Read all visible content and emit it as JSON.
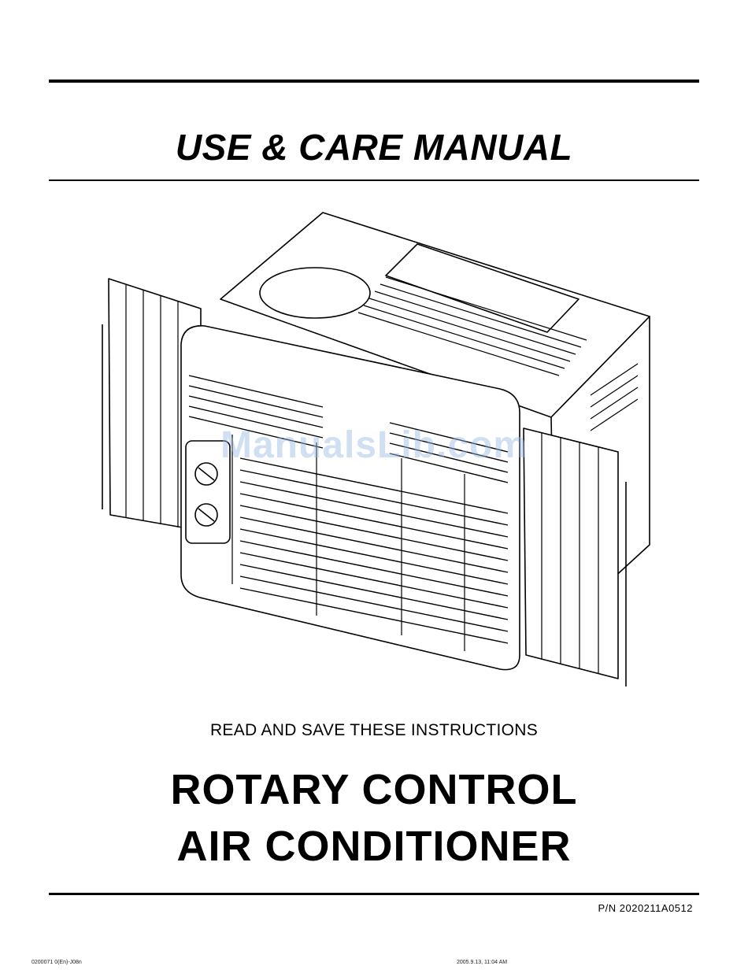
{
  "header": {
    "title": "USE & CARE MANUAL"
  },
  "watermark": {
    "text": "ManualsLib.com"
  },
  "instructions": {
    "text": "READ AND SAVE THESE INSTRUCTIONS"
  },
  "product": {
    "line1": "ROTARY CONTROL",
    "line2": "AIR CONDITIONER"
  },
  "part_number": "P/N  2020211A0512",
  "footer": {
    "left": "0200071 0(En)-J08n",
    "right": "2005.9.13, 11:04 AM"
  },
  "illustration": {
    "subject": "window-air-conditioner"
  }
}
